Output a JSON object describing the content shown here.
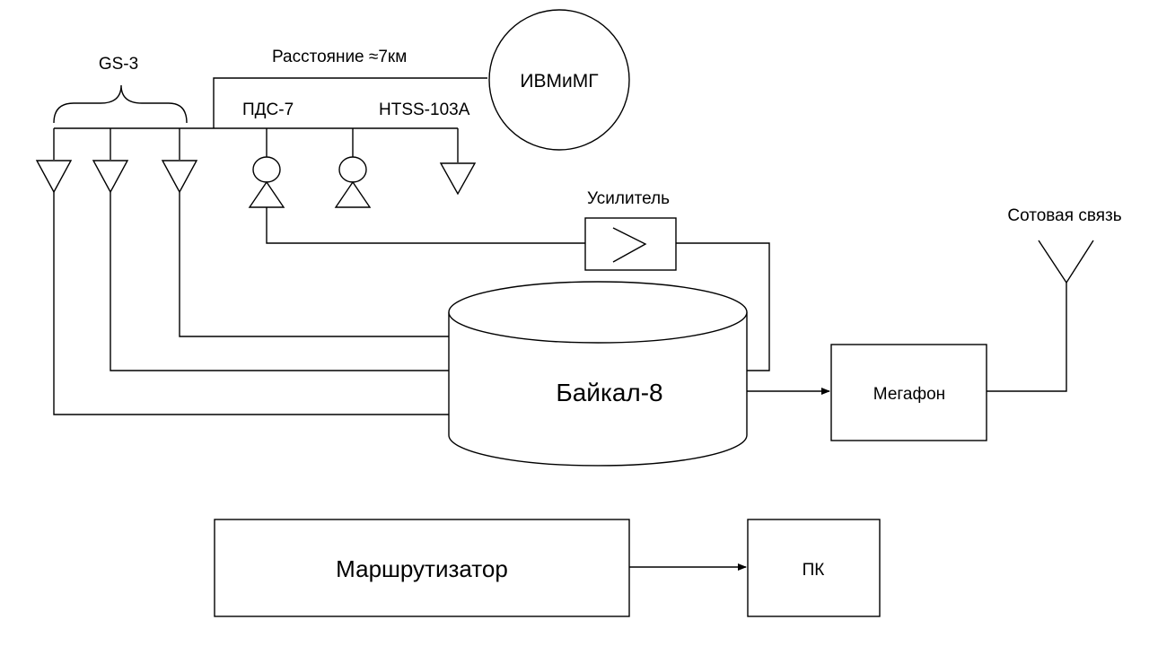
{
  "labels": {
    "gs3": "GS-3",
    "distance": "Расстояние ≈7км",
    "ivmimg": "ИВМиМГ",
    "pds7": "ПДС-7",
    "htss": "HTSS-103A",
    "amplifier": "Усилитель",
    "cellular": "Сотовая связь",
    "baikal": "Байкал-8",
    "megafon": "Мегафон",
    "router": "Маршрутизатор",
    "pc": "ПК"
  },
  "colors": {
    "line": "#000000",
    "background": "#ffffff"
  }
}
